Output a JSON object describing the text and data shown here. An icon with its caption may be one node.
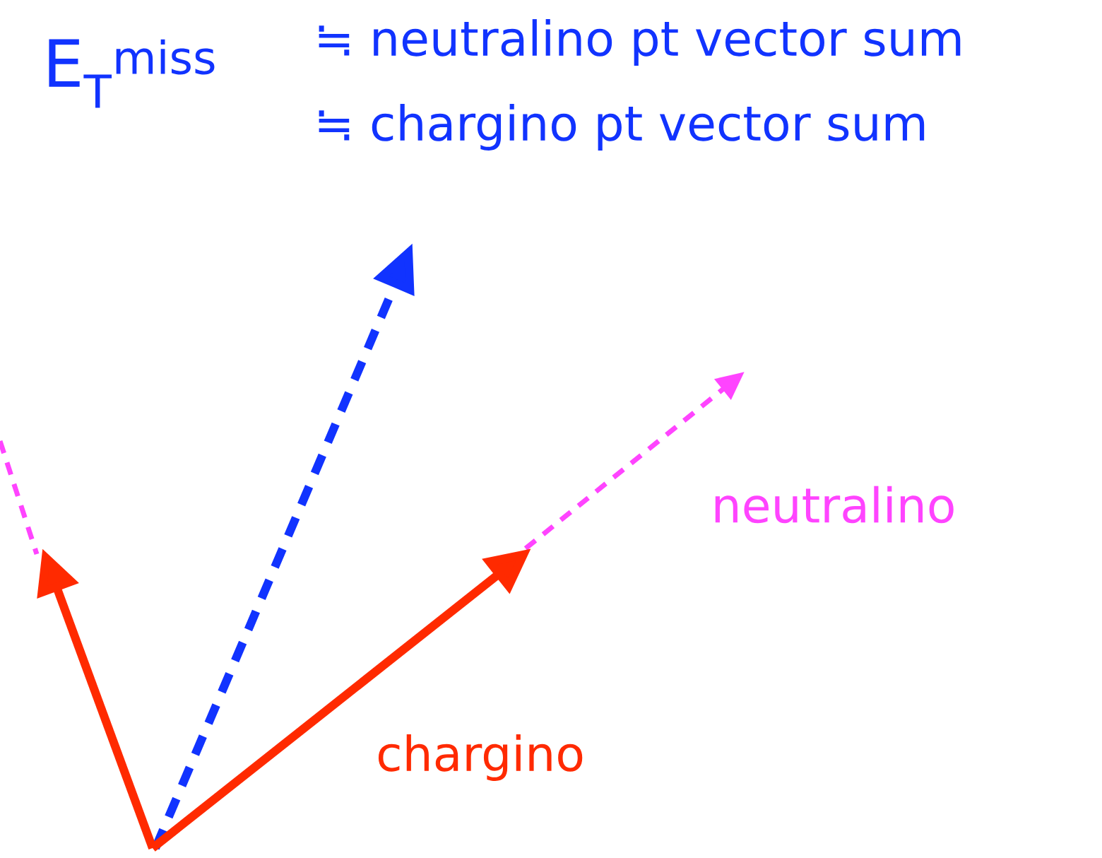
{
  "diagram": {
    "labels": [
      "E$_{T}$$^{miss}$",
      "≒ neutralino pt vector sum",
      "≒ chargino pt vector sum",
      "neutralino",
      "chargino"
    ]
  }
}
